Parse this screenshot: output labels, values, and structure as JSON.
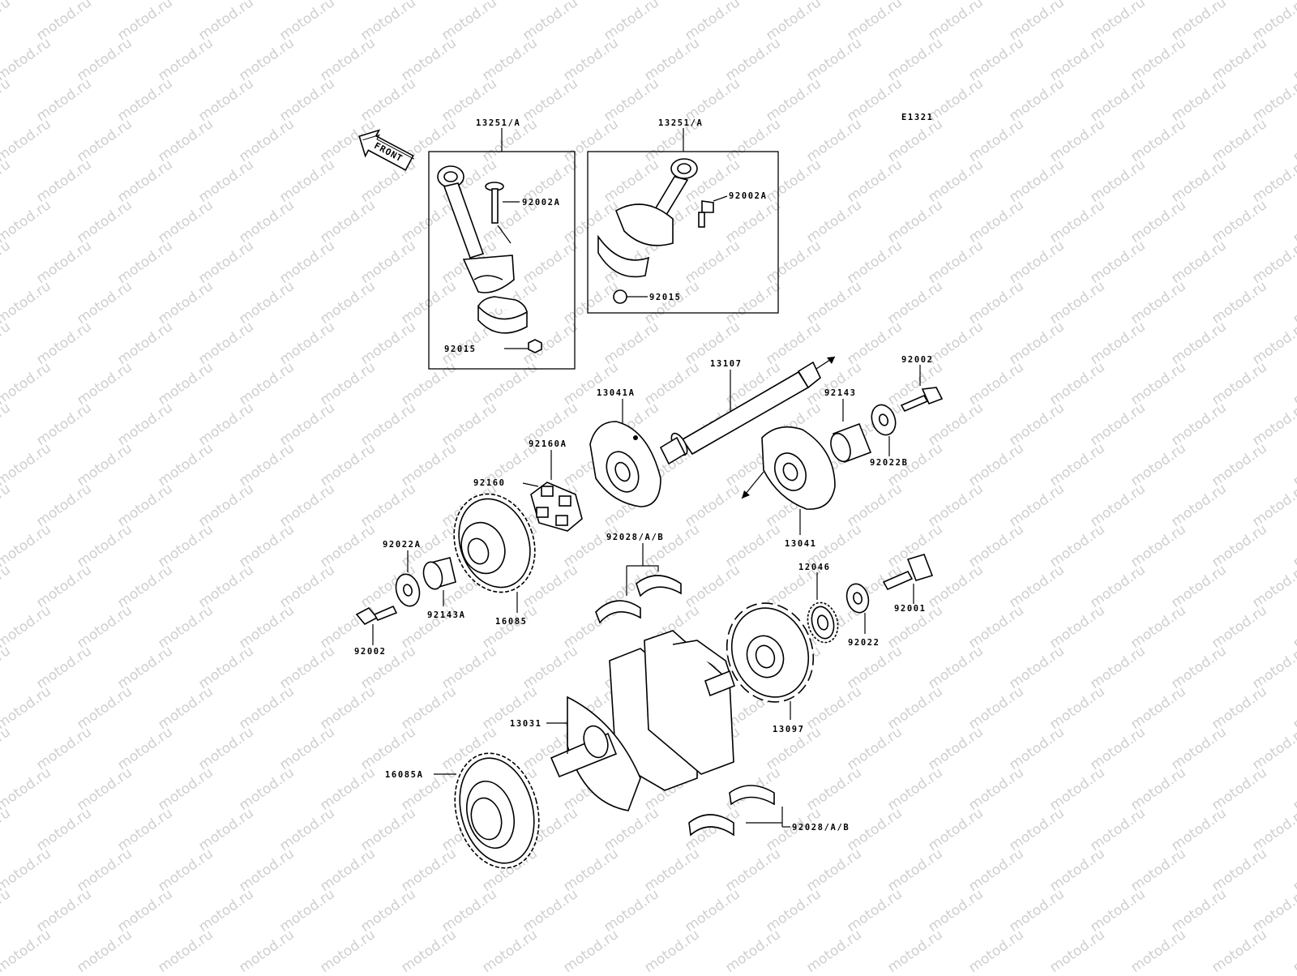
{
  "diagram_code": "E1321",
  "front_label": "FRONT",
  "watermark": "motod.ru",
  "labels": {
    "conrod_left": "13251/A",
    "conrod_right": "13251/A",
    "bolt_left": "92002A",
    "bolt_right": "92002A",
    "nut_left": "92015",
    "nut_right": "92015",
    "balancer_shaft": "13107",
    "weight_a": "13041A",
    "weight_b": "13041",
    "damper_a": "92160A",
    "damper": "92160",
    "collar_right": "92143",
    "bolt_top_right": "92002",
    "washer_b": "92022B",
    "washer_a": "92022A",
    "collar_a": "92143A",
    "gear_balancer": "16085",
    "bolt_left_lower": "92002",
    "bearing_upper": "92028/A/B",
    "sprocket_gear": "12046",
    "bolt_92001": "92001",
    "washer_92022": "92022",
    "rotor_13097": "13097",
    "crankshaft": "13031",
    "crank_gear": "16085A",
    "bearing_lower": "92028/A/B"
  }
}
